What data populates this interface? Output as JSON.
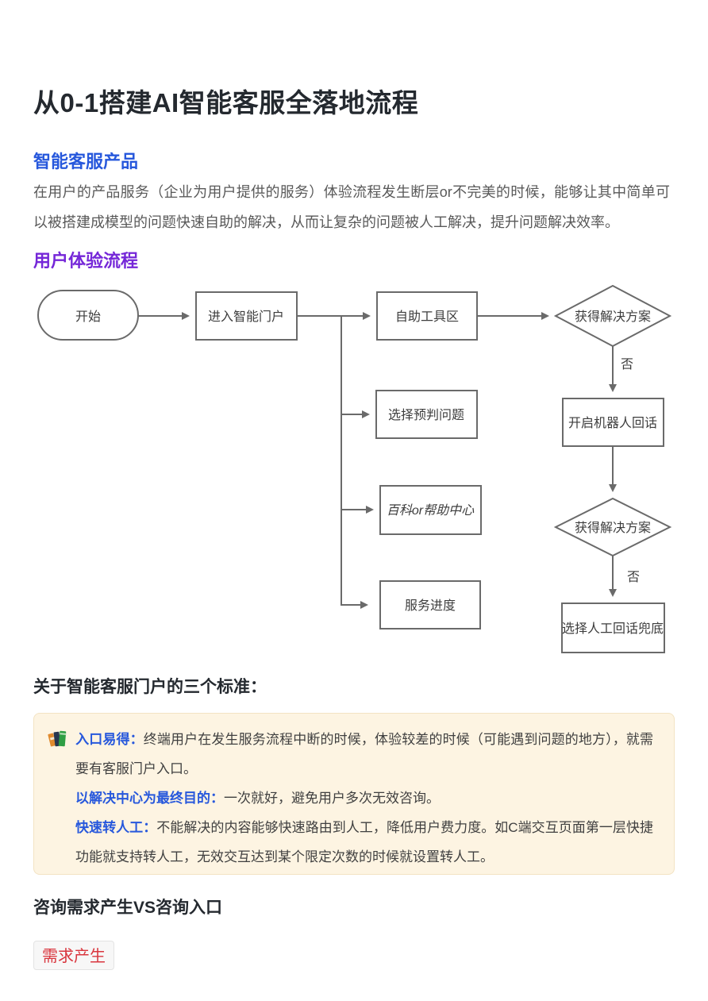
{
  "title": "从0-1搭建AI智能客服全落地流程",
  "product": {
    "heading": "智能客服产品",
    "body": "在用户的产品服务（企业为用户提供的服务）体验流程发生断层or不完美的时候，能够让其中简单可以被搭建成模型的问题快速自助的解决，从而让复杂的问题被人工解决，提升问题解决效率。"
  },
  "flow": {
    "heading": "用户体验流程",
    "nodes": {
      "start": "开始",
      "portal": "进入智能门户",
      "self_tools": "自助工具区",
      "decision1": "获得解决方案",
      "no1": "否",
      "robot": "开启机器人回话",
      "predict": "选择预判问题",
      "wiki": "百科or帮助中心",
      "progress": "服务进度",
      "decision2": "获得解决方案",
      "no2": "否",
      "manual_fallback": "选择人工回话兜底"
    }
  },
  "standards": {
    "heading": "关于智能客服门户的三个标准：",
    "icon": "books-icon",
    "items": [
      {
        "label": "入口易得：",
        "text": "终端用户在发生服务流程中断的时候，体验较差的时候（可能遇到问题的地方），就需要有客服门户入口。"
      },
      {
        "label": "以解决中心为最终目的：",
        "text": "一次就好，避免用户多次无效咨询。"
      },
      {
        "label": "快速转人工：",
        "text": "不能解决的内容能够快速路由到人工，降低用户费力度。如C端交互页面第一层快捷功能就支持转人工，无效交互达到某个限定次数的时候就设置转人工。"
      }
    ]
  },
  "consult": {
    "heading": "咨询需求产生VS咨询入口",
    "tag": "需求产生"
  },
  "colors": {
    "heading_blue": "#2758dc",
    "heading_purple": "#7527d8",
    "callout_bg": "#fdf4e2",
    "callout_border": "#f3e3c3",
    "callout_label_blue": "#2758dc",
    "tag_red": "#d9363e",
    "flow_stroke": "#6a6a6a",
    "body_gray": "#595959"
  }
}
